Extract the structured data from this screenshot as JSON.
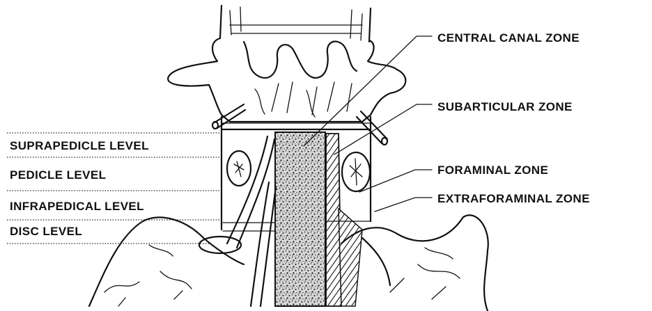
{
  "levels": {
    "suprapedicle": "SUPRAPEDICLE LEVEL",
    "pedicle": "PEDICLE LEVEL",
    "infrapedical": "INFRAPEDICAL LEVEL",
    "disc": "DISC LEVEL"
  },
  "zones": {
    "central_canal": "CENTRAL CANAL ZONE",
    "subarticular": "SUBARTICULAR ZONE",
    "foraminal": "FORAMINAL ZONE",
    "extraforaminal": "EXTRAFORAMINAL ZONE"
  },
  "colors": {
    "ink": "#111111",
    "paper": "#ffffff"
  }
}
